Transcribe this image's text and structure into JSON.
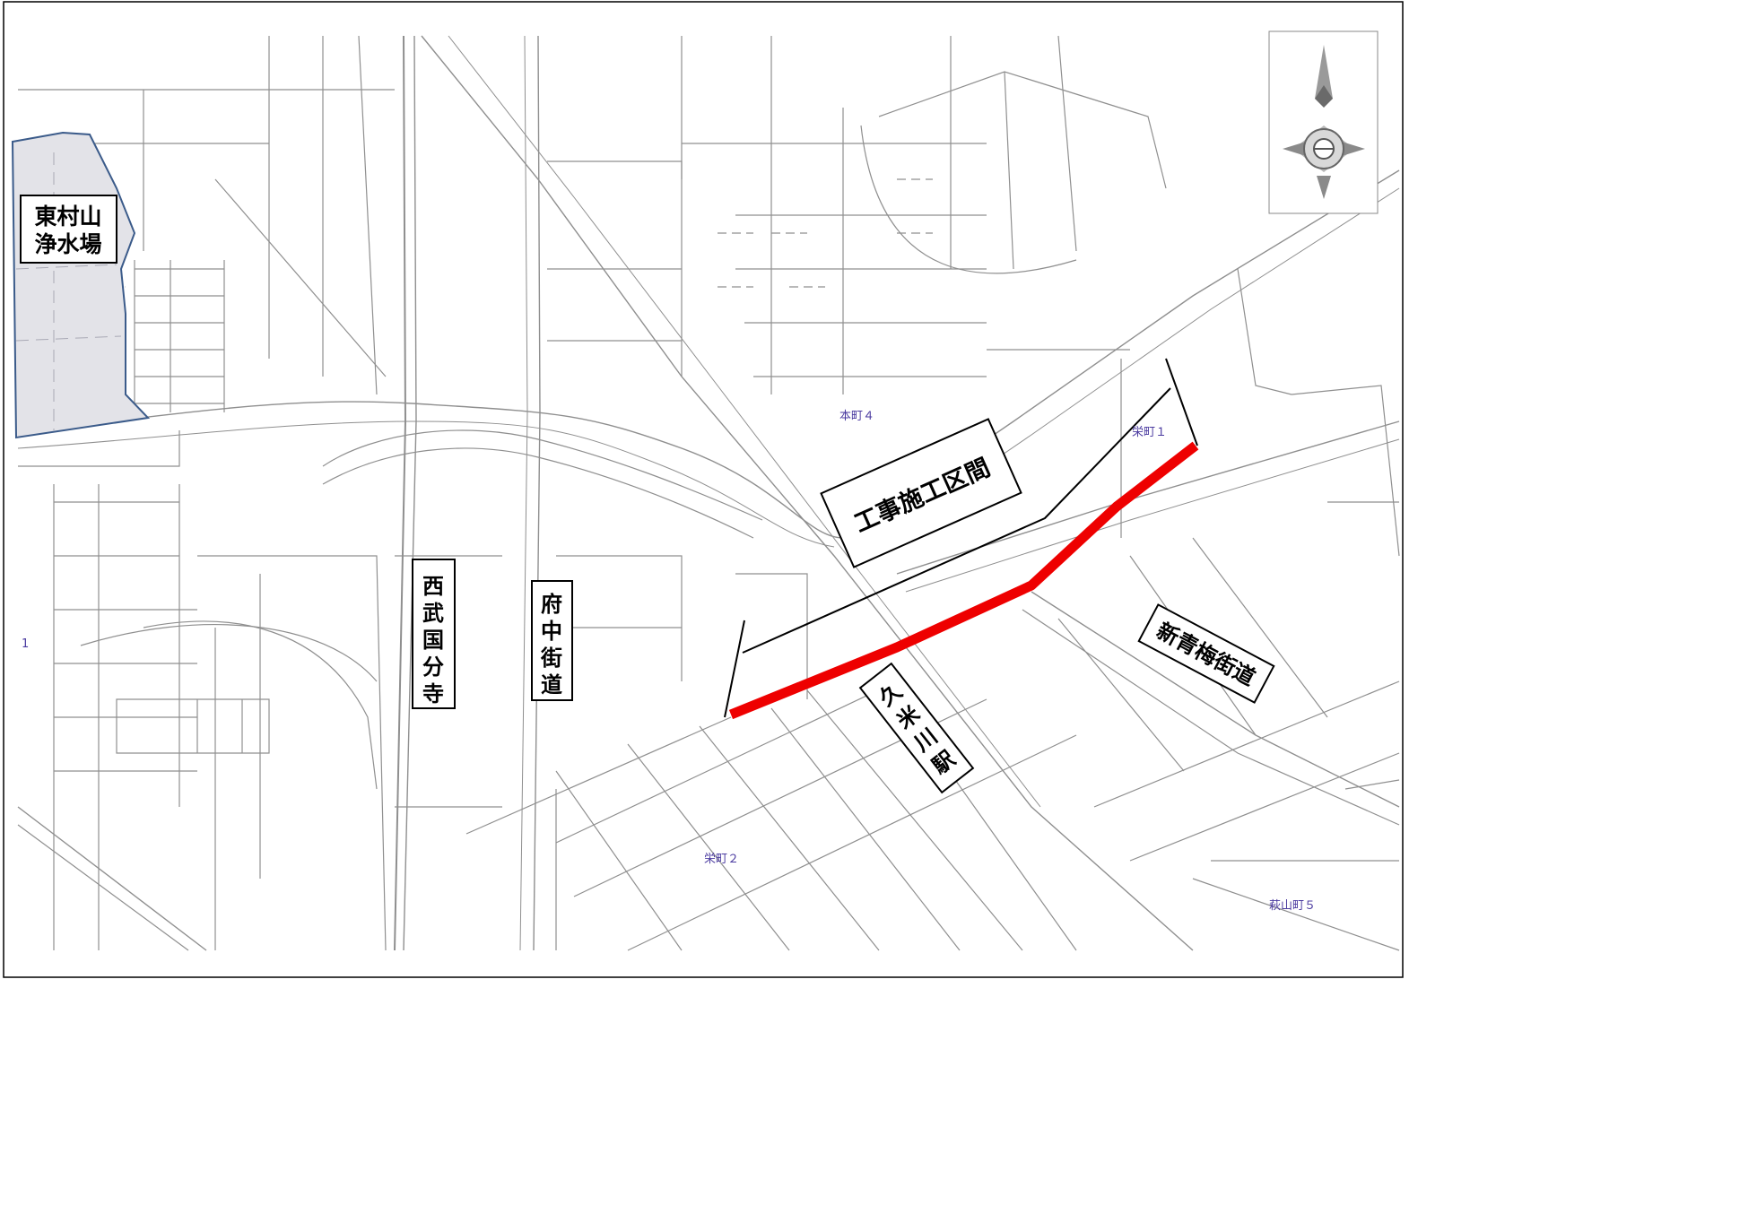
{
  "labels": {
    "purification_plant": [
      "東村山",
      "浄水場"
    ],
    "construction_section": "工事施工区間",
    "seibu_kokubunji": [
      "西",
      "武",
      "国",
      "分",
      "寺"
    ],
    "fuchu_kaido": [
      "府",
      "中",
      "街",
      "道"
    ],
    "kumegawa_station": [
      "久",
      "米",
      "川",
      "駅"
    ],
    "shin_ome_kaido": "新青梅街道"
  },
  "towns": {
    "honmachi4": "本町４",
    "sakaecho1": "栄町１",
    "sakaecho2": "栄町２",
    "hagiyamacho5": "萩山町５",
    "edge_1": "1"
  },
  "icons": {
    "compass": "compass-rose-icon"
  },
  "colors": {
    "construction_route": "#ee0000",
    "town_label": "#4b3ba0",
    "road_line": "#8f8f8f",
    "plant_fill": "#e3e3e8",
    "plant_outline": "#3b5b8a"
  }
}
